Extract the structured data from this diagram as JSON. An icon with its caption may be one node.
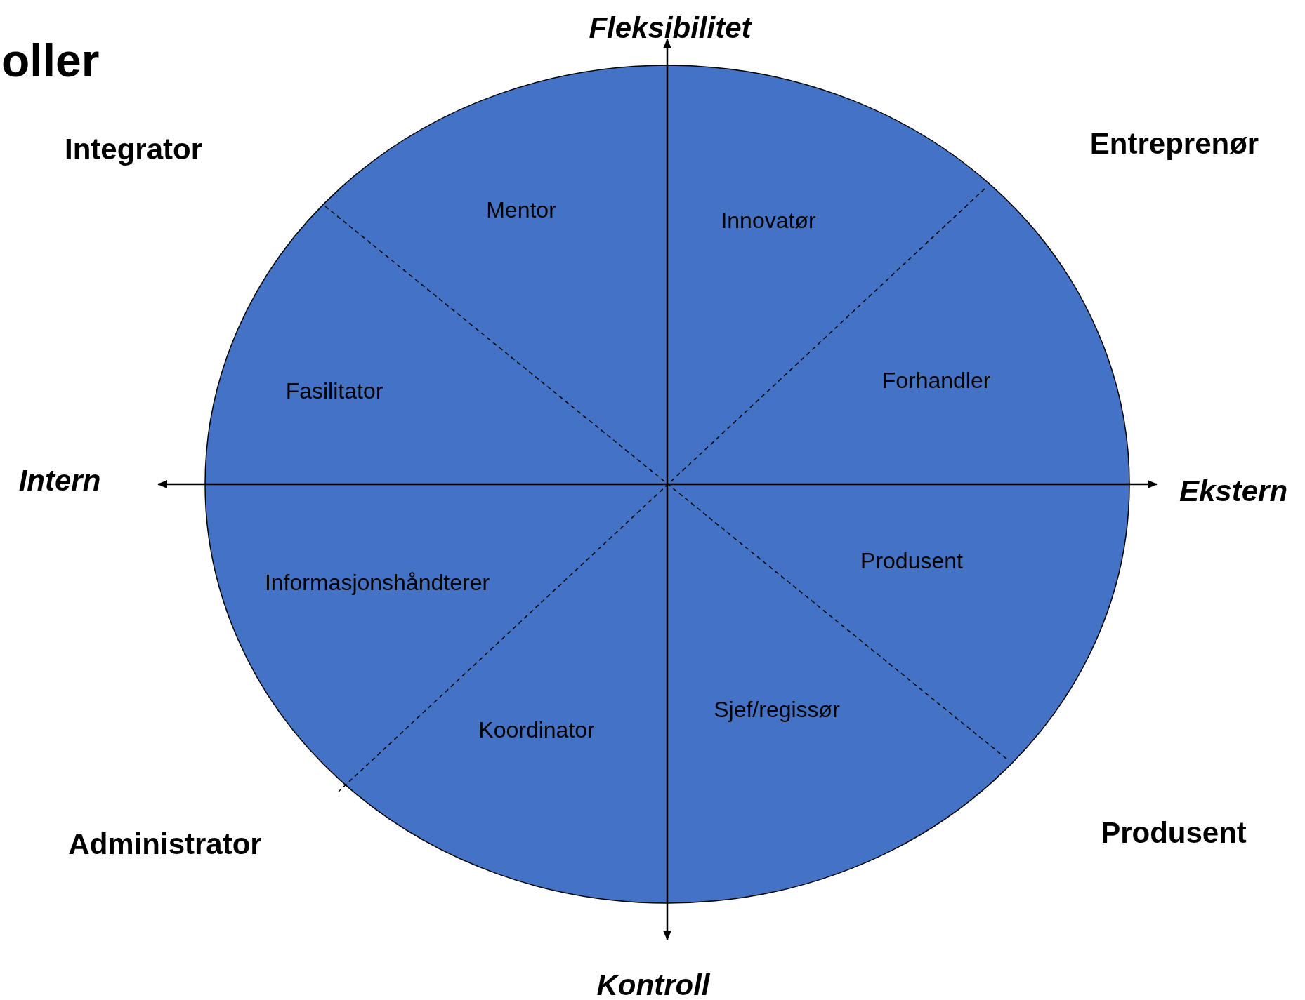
{
  "diagram": {
    "title": "oller",
    "labels": [
      "Fleksibilitet",
      "Entreprenør",
      "Integrator",
      "Mentor",
      "Innovatør",
      "Forhandler",
      "Fasilitator",
      "Intern",
      "Ekstern",
      "Produsent",
      "Informasjonshåndterer",
      "Sjef/regissør",
      "Koordinator",
      "Produsent",
      "Administrator",
      "Kontroll"
    ]
  }
}
